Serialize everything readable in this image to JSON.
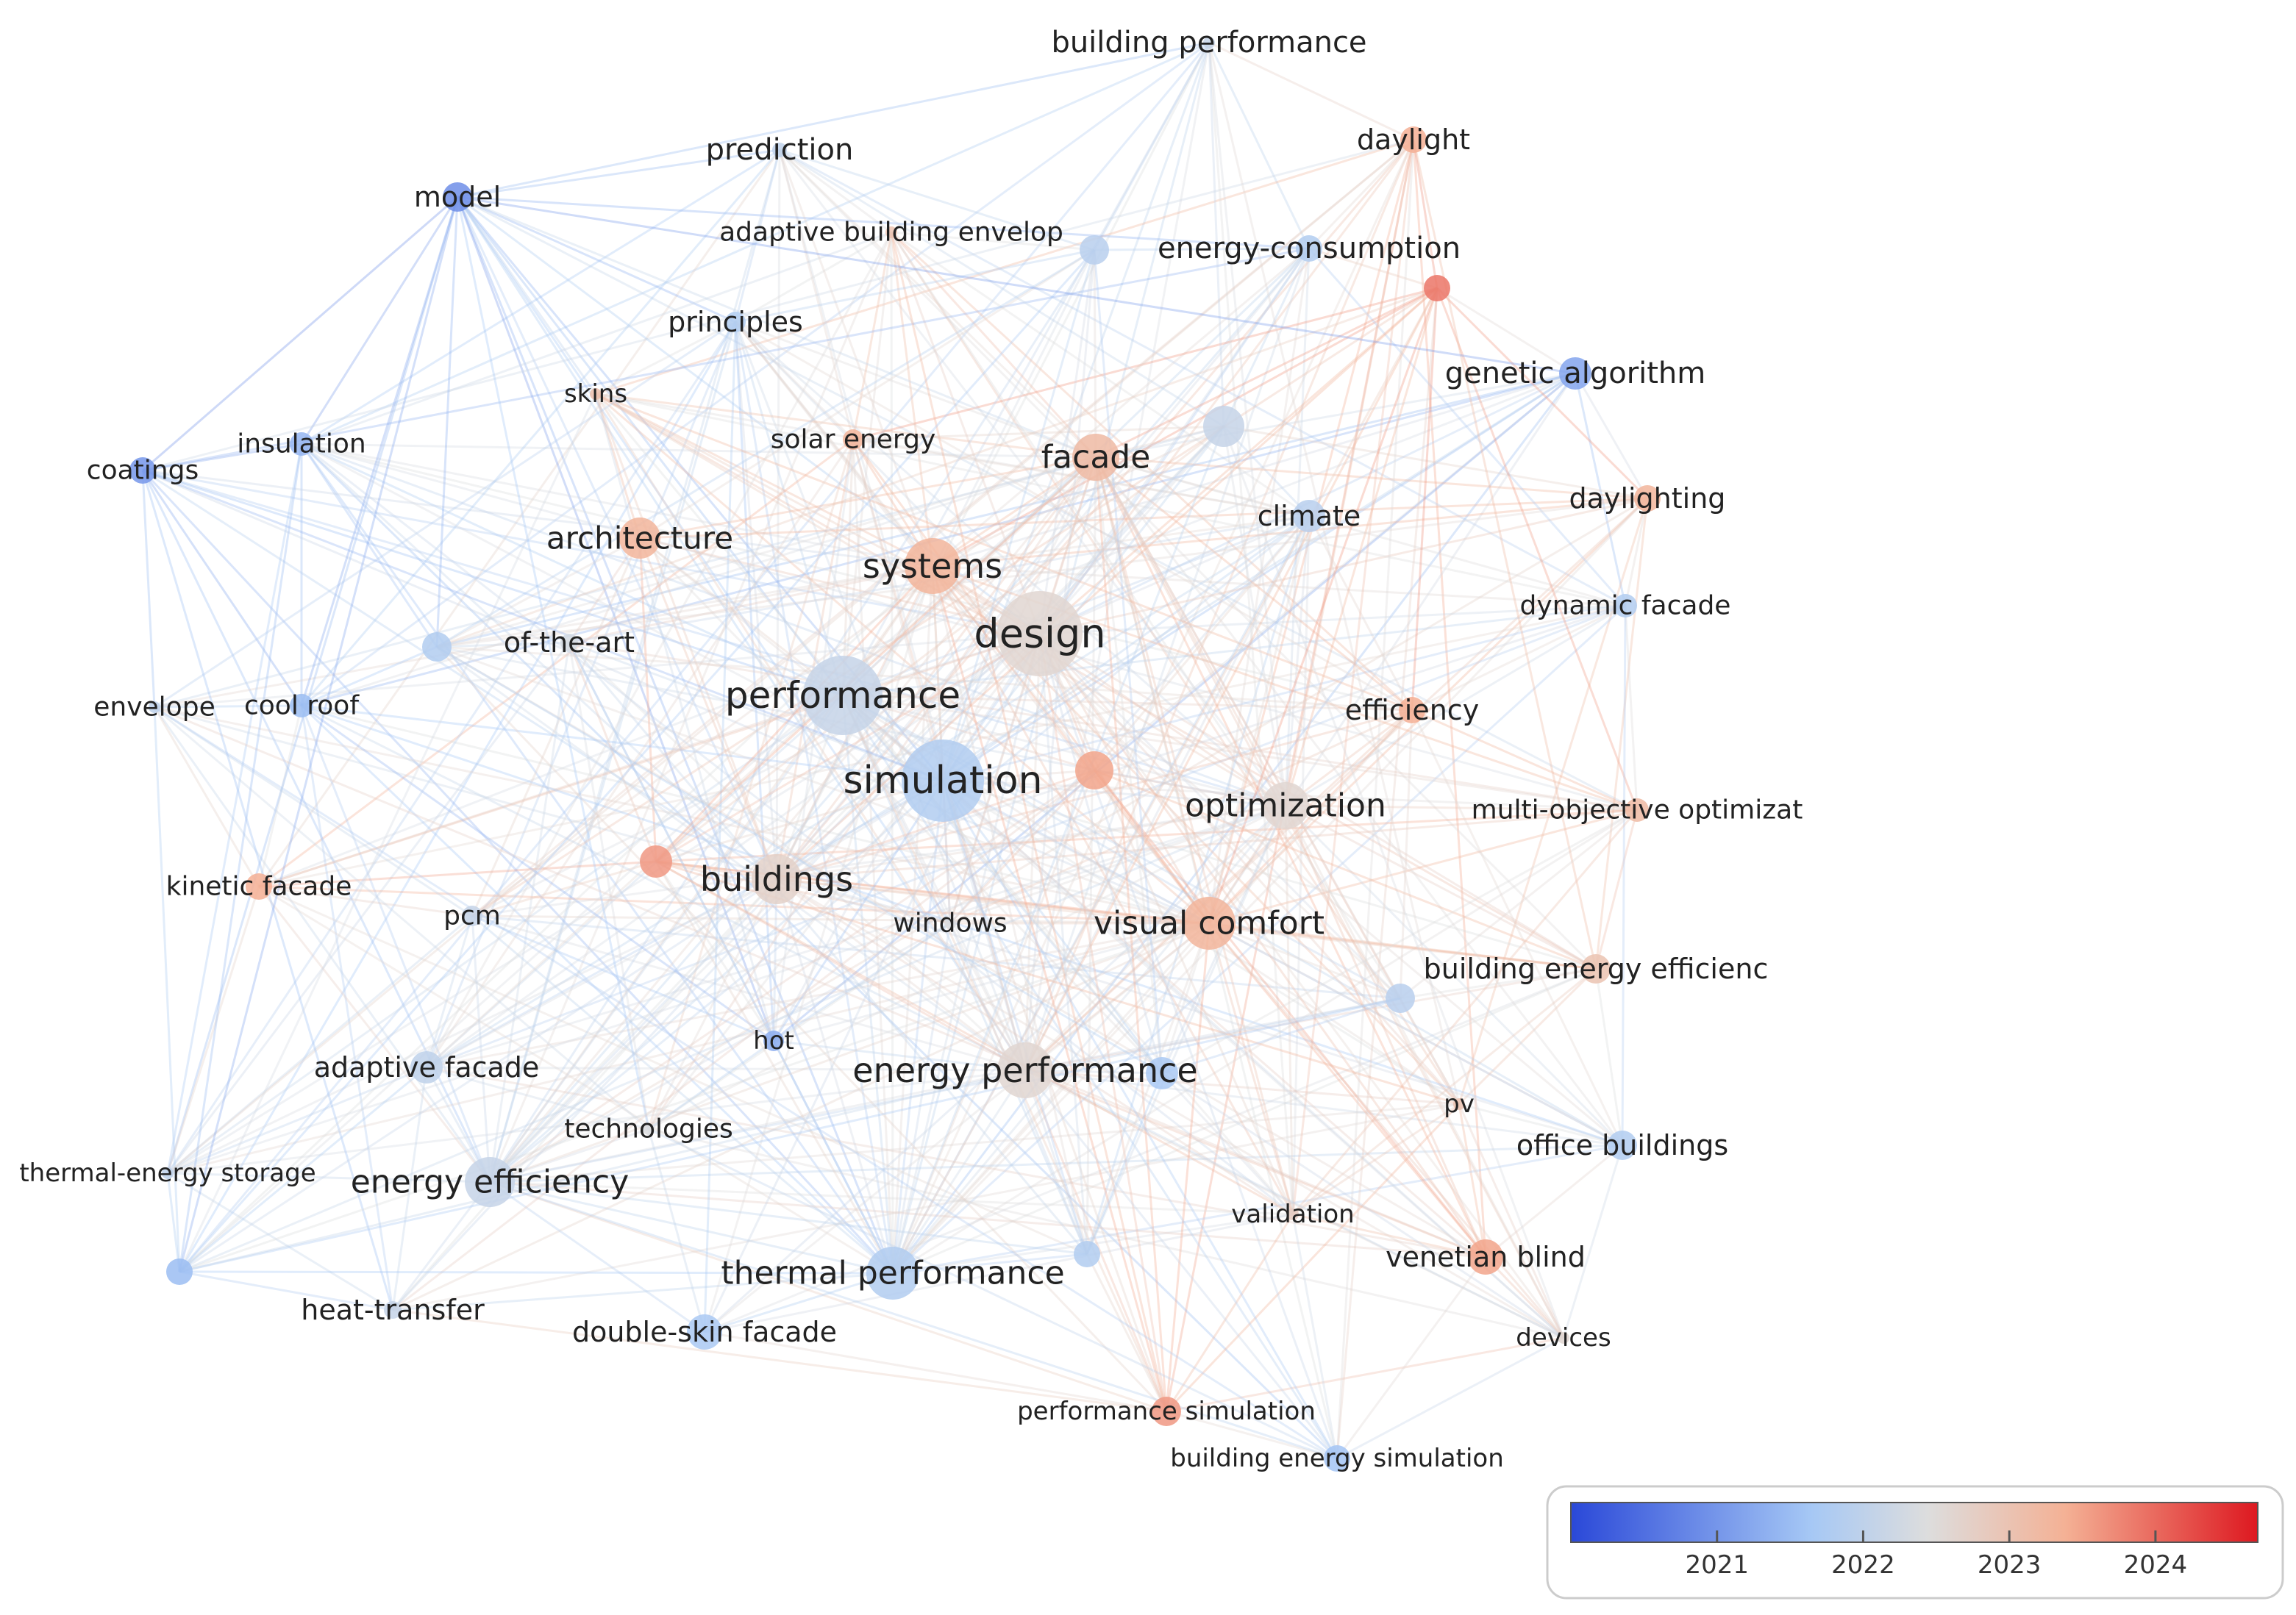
{
  "title": "",
  "nodes": [
    {
      "id": "building performance",
      "year": 2022.1
    },
    {
      "id": "daylight",
      "year": 2023.4
    },
    {
      "id": "prediction",
      "year": 2022.0
    },
    {
      "id": "model",
      "year": 2020.9
    },
    {
      "id": "adaptive building envelop",
      "year": 2023.0
    },
    {
      "id": "energy-consumption",
      "year": 2021.8
    },
    {
      "id": "principles",
      "year": 2021.8
    },
    {
      "id": "genetic algorithm",
      "year": 2021.2
    },
    {
      "id": "skins",
      "year": 2023.1
    },
    {
      "id": "solar energy",
      "year": 2023.3
    },
    {
      "id": "facade",
      "year": 2023.2
    },
    {
      "id": "insulation",
      "year": 2021.4
    },
    {
      "id": "coatings",
      "year": 2021.0
    },
    {
      "id": "climate",
      "year": 2021.9
    },
    {
      "id": "daylighting",
      "year": 2023.3
    },
    {
      "id": "architecture",
      "year": 2023.3
    },
    {
      "id": "systems",
      "year": 2023.3
    },
    {
      "id": "design",
      "year": 2022.6
    },
    {
      "id": "dynamic facade",
      "year": 2021.8
    },
    {
      "id": "of-the-art",
      "year": 2022.3
    },
    {
      "id": "performance",
      "year": 2022.1
    },
    {
      "id": "envelope",
      "year": 2022.0
    },
    {
      "id": "cool roof",
      "year": 2021.5
    },
    {
      "id": "efficiency",
      "year": 2023.4
    },
    {
      "id": "simulation",
      "year": 2021.8
    },
    {
      "id": "optimization",
      "year": 2022.6
    },
    {
      "id": "multi-objective optimizat",
      "year": 2023.2
    },
    {
      "id": "kinetic facade",
      "year": 2023.4
    },
    {
      "id": "buildings",
      "year": 2022.7
    },
    {
      "id": "pcm",
      "year": 2022.1
    },
    {
      "id": "windows",
      "year": 2022.4
    },
    {
      "id": "visual comfort",
      "year": 2023.3
    },
    {
      "id": "building energy efficienc",
      "year": 2023.0
    },
    {
      "id": "adaptive facade",
      "year": 2022.0
    },
    {
      "id": "hot",
      "year": 2021.3
    },
    {
      "id": "energy performance",
      "year": 2022.6
    },
    {
      "id": "technologies",
      "year": 2022.4
    },
    {
      "id": "pv",
      "year": 2023.0
    },
    {
      "id": "office buildings",
      "year": 2021.8
    },
    {
      "id": "thermal-energy storage",
      "year": 2022.0
    },
    {
      "id": "energy efficiency",
      "year": 2022.1
    },
    {
      "id": "validation",
      "year": 2022.8
    },
    {
      "id": "venetian blind",
      "year": 2023.5
    },
    {
      "id": "thermal performance",
      "year": 2021.8
    },
    {
      "id": "heat-transfer",
      "year": 2022.1
    },
    {
      "id": "double-skin facade",
      "year": 2021.7
    },
    {
      "id": "devices",
      "year": 2022.6
    },
    {
      "id": "performance simulation",
      "year": 2023.6
    },
    {
      "id": "building energy simulation",
      "year": 2021.6
    },
    {
      "id": "",
      "year": 2023.9
    },
    {
      "id": "",
      "year": 2022.1
    },
    {
      "id": "",
      "year": 2021.9
    },
    {
      "id": "",
      "year": 2021.8
    },
    {
      "id": "",
      "year": 2023.5
    },
    {
      "id": "",
      "year": 2023.6
    },
    {
      "id": "",
      "year": 2021.9
    },
    {
      "id": "",
      "year": 2021.7
    },
    {
      "id": "",
      "year": 2021.8
    },
    {
      "id": "",
      "year": 2021.5
    }
  ],
  "legend": {
    "ticks": [
      "2021",
      "2022",
      "2023",
      "2024"
    ],
    "range": [
      2020.0,
      2024.7
    ],
    "colors": {
      "low": "#2a48d8",
      "light_low": "#a6c8f5",
      "mid": "#dddddd",
      "light_high": "#f4b195",
      "high": "#dd1820"
    }
  }
}
